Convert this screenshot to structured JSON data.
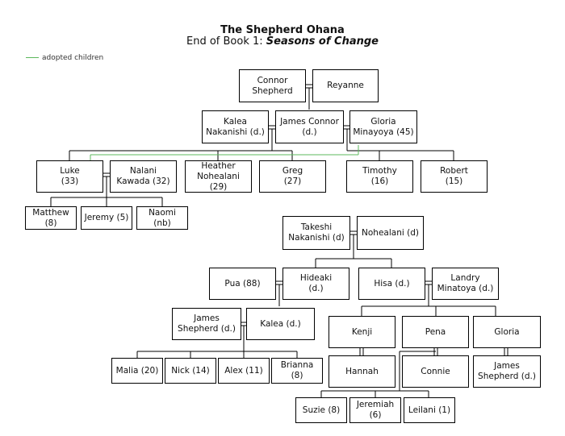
{
  "title": "The Shepherd Ohana",
  "subtitle_prefix": "End of Book 1: ",
  "subtitle_book": "Seasons of Change",
  "legend": {
    "label": "adopted children",
    "color": "#5cb85c"
  },
  "people": {
    "connor": "Connor\nShepherd",
    "reyanne": "Reyanne",
    "kalea_top": "Kalea\nNakanishi (d.)",
    "james_connor": "James Connor\n(d.)",
    "gloria_top": "Gloria\nMinayoya (45)",
    "luke": "Luke\n(33)",
    "nalani": "Nalani\nKawada (32)",
    "heather": "Heather\nNohealani\n(29)",
    "greg": "Greg\n(27)",
    "timothy": "Timothy\n(16)",
    "robert": "Robert\n(15)",
    "matthew": "Matthew (8)",
    "jeremy": "Jeremy (5)",
    "naomi": "Naomi (nb)",
    "takeshi": "Takeshi\nNakanishi (d)",
    "nohealani": "Nohealani (d)",
    "pua": "Pua (88)",
    "hideaki": "Hideaki\n(d.)",
    "hisa": "Hisa (d.)",
    "landry": "Landry\nMinatoya (d.)",
    "james_shepherd_a": "James\nShepherd (d.)",
    "kalea_b": "Kalea (d.)",
    "kenji": "Kenji",
    "pena": "Pena",
    "gloria_b": "Gloria",
    "malia": "Malia (20)",
    "nick": "Nick (14)",
    "alex": "Alex (11)",
    "brianna": "Brianna (8)",
    "hannah": "Hannah",
    "connie": "Connie",
    "james_shepherd_b": "James\nShepherd (d.)",
    "suzie": "Suzie (8)",
    "jeremiah": "Jeremiah\n(6)",
    "leilani": "Leilani (1)"
  }
}
